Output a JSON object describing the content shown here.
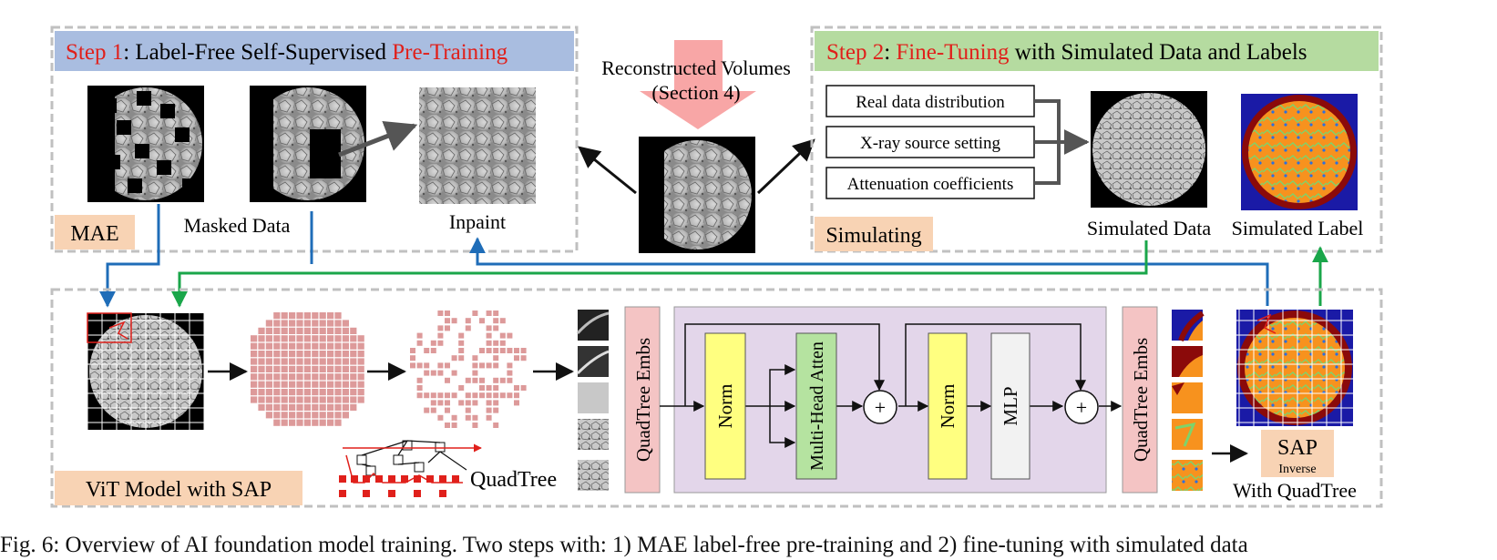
{
  "step1": {
    "title": [
      {
        "text": "Step 1",
        "color": "#e0201b"
      },
      {
        "text": ": Label-Free Self-Supervised ",
        "color": "#111111"
      },
      {
        "text": "Pre-Training",
        "color": "#e0201b"
      }
    ],
    "mae_label": "MAE",
    "masked_data_label": "Masked Data",
    "inpaint_label": "Inpaint"
  },
  "center": {
    "reconstructed_line1": "Reconstructed Volumes",
    "reconstructed_line2": "(Section 4)"
  },
  "step2": {
    "title": [
      {
        "text": "Step 2",
        "color": "#e0201b"
      },
      {
        "text": ": ",
        "color": "#111111"
      },
      {
        "text": "Fine-Tuning",
        "color": "#e0201b"
      },
      {
        "text": " with Simulated Data and Labels",
        "color": "#111111"
      }
    ],
    "params": [
      "Real data distribution",
      "X-ray source setting",
      "Attenuation coefficients"
    ],
    "simulating_label": "Simulating",
    "simulated_data_label": "Simulated Data",
    "simulated_label_label": "Simulated Label"
  },
  "vit": {
    "model_label": "ViT Model with SAP",
    "quadtree_label": "QuadTree",
    "embs_left": "QuadTree Embs",
    "embs_right": "QuadTree Embs",
    "norm1": "Norm",
    "attention": "Multi-Head Atten",
    "plus": "+",
    "norm2": "Norm",
    "mlp": "MLP",
    "sap": "SAP",
    "sap_inverse": "Inverse",
    "with_quadtree": "With QuadTree"
  },
  "caption": "Fig. 6: Overview of AI foundation model training. Two steps with: 1) MAE label-free pre-training and 2) fine-tuning with simulated data",
  "colors": {
    "step1_header": "#a9bde0",
    "step2_header": "#b5dba0",
    "label_box": "#f8d3b4",
    "big_arrow": "#f8a6a6",
    "patch": "#dd9a9a",
    "embs": "#f4c4c4",
    "transformer_bg": "#e3d6ea",
    "norm": "#ffff80",
    "attention": "#b5e3a0",
    "mlp": "#f2f2f2",
    "blue_line": "#1f6db8",
    "green_line": "#1aa64a",
    "dashed_border": "#c0c0c0",
    "label_orange": "#f7921e",
    "label_blue": "#1a1aa6",
    "label_dark": "#8b0a0a"
  }
}
